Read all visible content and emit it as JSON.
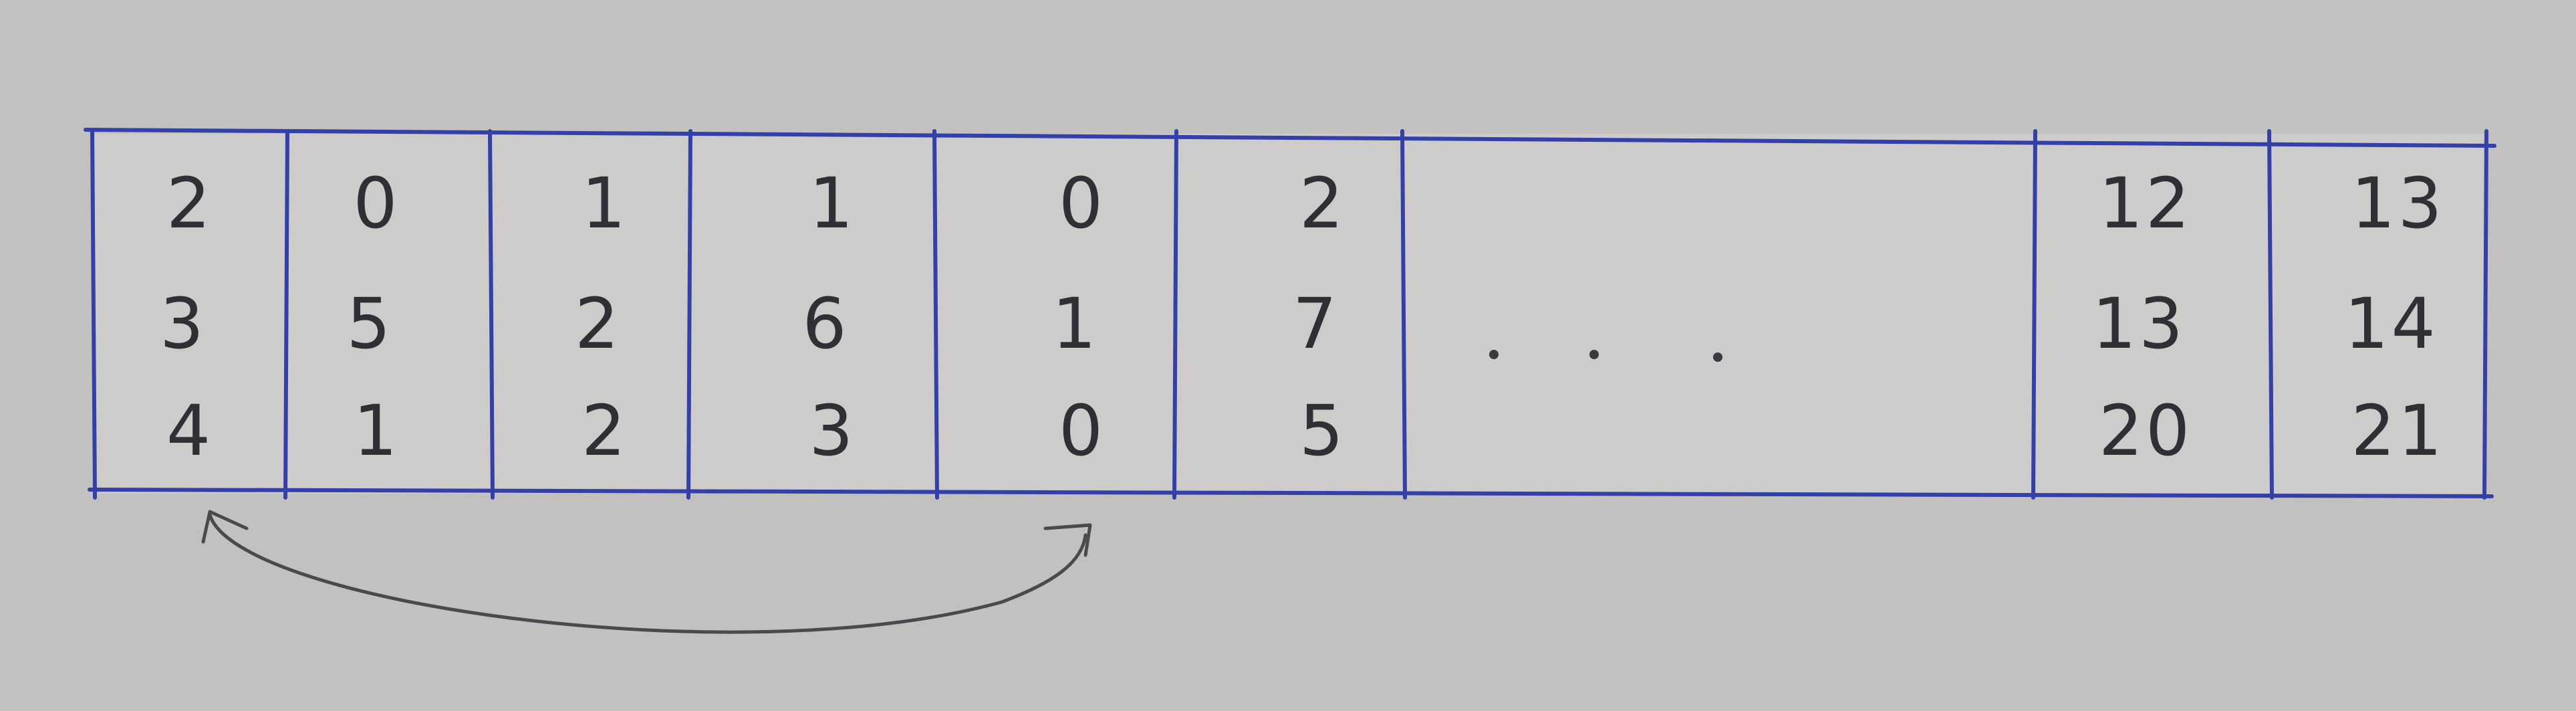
{
  "cells": [
    {
      "values": [
        "2",
        "3",
        "4"
      ]
    },
    {
      "values": [
        "0",
        "5",
        "1"
      ]
    },
    {
      "values": [
        "1",
        "2",
        "2"
      ]
    },
    {
      "values": [
        "1",
        "6",
        "3"
      ]
    },
    {
      "values": [
        "0",
        "1",
        "0"
      ]
    },
    {
      "values": [
        "2",
        "7",
        "5"
      ]
    },
    {
      "values": []
    },
    {
      "values": [
        "12",
        "13",
        "20"
      ]
    },
    {
      "values": [
        "13",
        "14",
        "21"
      ]
    }
  ],
  "ellipsis": "...",
  "arrow": {
    "from_cell": 1,
    "to_cell": 5
  },
  "colors": {
    "grid_line": "#3340a8",
    "ink": "#2f2f36",
    "arrow_ink": "#4a4a4e",
    "paper": "#bdbcba"
  }
}
